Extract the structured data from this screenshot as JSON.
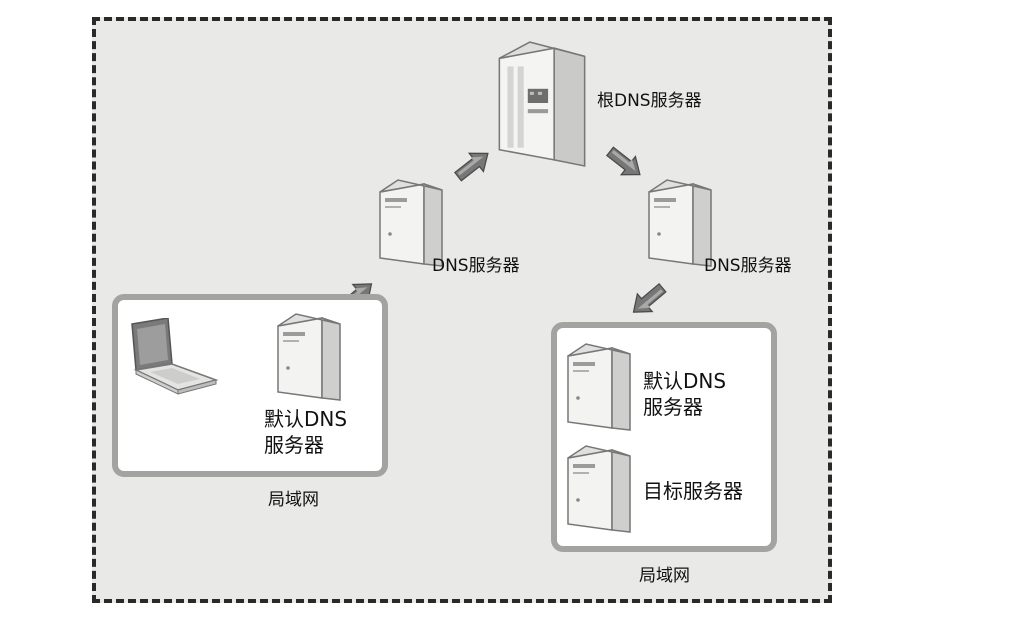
{
  "diagram": {
    "root_server_label": "根DNS服务器",
    "dns_server_left_label": "DNS服务器",
    "dns_server_right_label": "DNS服务器",
    "lan_left": {
      "default_dns_line1": "默认DNS",
      "default_dns_line2": "服务器",
      "caption": "局域网"
    },
    "lan_right": {
      "default_dns_line1": "默认DNS",
      "default_dns_line2": "服务器",
      "target_server_label": "目标服务器",
      "caption": "局域网"
    }
  },
  "colors": {
    "frame_border": "#2a2a2a",
    "frame_background": "#e9e9e7",
    "lan_border": "#a3a3a1",
    "arrow_fill": "#777777"
  },
  "icons": [
    "server-icon",
    "root-server-icon",
    "laptop-icon",
    "arrow-icon"
  ]
}
